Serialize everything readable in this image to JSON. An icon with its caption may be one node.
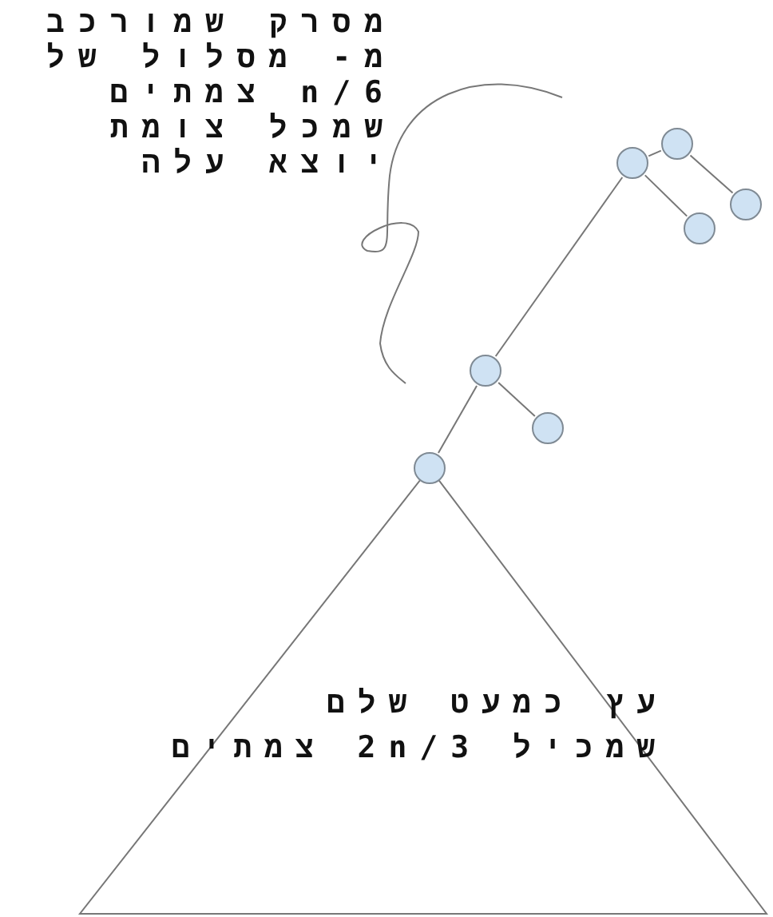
{
  "diagram": {
    "nodes": [
      {
        "text": [
          "מסרק שמורכב מ- מסלול של n/6 צמתים שמכל צומת יוצא עלה"
        ]
      },
      {
        "text": [],
        "shape": "circle"
      },
      {
        "text": [],
        "shape": "circle"
      },
      {
        "text": [],
        "shape": "circle"
      },
      {
        "text": [],
        "shape": "circle"
      },
      {
        "text": [],
        "shape": "circle"
      },
      {
        "text": [],
        "shape": "circle"
      },
      {
        "text": [],
        "shape": "circle"
      },
      {
        "text": [
          "עץ כמעט שלם שמכיל 2n/3 צמתים"
        ]
      }
    ],
    "edges": [
      {
        "from": 7,
        "to": 5,
        "arrow": "none"
      },
      {
        "from": 5,
        "to": 6,
        "arrow": "none"
      },
      {
        "from": 5,
        "to": 2,
        "arrow": "none"
      },
      {
        "from": 2,
        "to": 4,
        "arrow": "none"
      },
      {
        "from": 2,
        "to": 1,
        "arrow": "none"
      },
      {
        "from": 1,
        "to": 3,
        "arrow": "none"
      }
    ]
  }
}
